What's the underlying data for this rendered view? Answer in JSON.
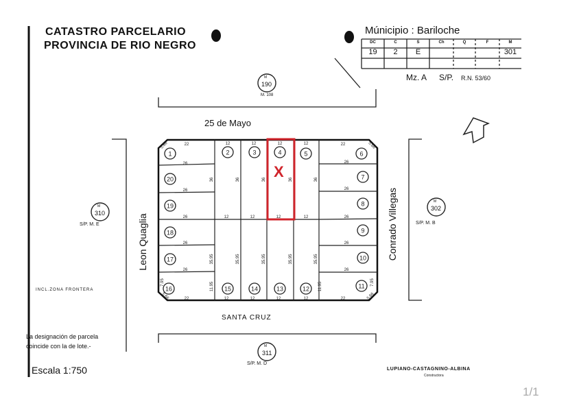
{
  "header": {
    "title_line1": "CATASTRO PARCELARIO",
    "title_line2": "PROVINCIA DE RIO NEGRO"
  },
  "municipio": {
    "label": "Múnicipio : Bariloche",
    "table_headers": [
      "DC",
      "C",
      "S",
      "Ch",
      "Q",
      "F",
      "M"
    ],
    "table_values": [
      "19",
      "2",
      "E",
      "",
      "",
      "",
      "301"
    ],
    "manzana": "Mz. A",
    "sp": "S/P.",
    "rn": "R.N. 53/60"
  },
  "streets": {
    "top": "25 de Mayo",
    "bottom": "SANTA CRUZ",
    "left": "Leon Quaglia",
    "right": "Conrado Villegas"
  },
  "neighbor_blocks": [
    {
      "m": "M",
      "num": "190",
      "sub": "M. 108"
    },
    {
      "m": "M",
      "num": "310",
      "sub": "S/P. M. E"
    },
    {
      "m": "M",
      "num": "302",
      "sub": "S/P. M. B"
    },
    {
      "m": "M",
      "num": "311",
      "sub": "S/P. M. D"
    }
  ],
  "parcels": [
    "1",
    "2",
    "3",
    "4",
    "5",
    "6",
    "7",
    "8",
    "9",
    "10",
    "11",
    "12",
    "13",
    "14",
    "15",
    "16",
    "17",
    "18",
    "19",
    "20"
  ],
  "selected_parcel": "4",
  "selected_marker": "X",
  "dimensions": {
    "front": "12",
    "depth": "26",
    "corner": "22",
    "long": "36",
    "long2": "35.95",
    "chamfer": "5.66",
    "side": "7.95",
    "side2": "11.95"
  },
  "notes": {
    "zone": "INCL.ZONA FRONTERA",
    "designation_line1": "La designación de parcela",
    "designation_line2": "coincide con la de lote.-",
    "scale": "Escala 1:750",
    "authors": "LUPIANO-CASTAGNINO-ALBINA",
    "authors_sub": "Constructora"
  },
  "viewer": {
    "page_indicator": "1/1"
  },
  "colors": {
    "highlight": "#d0242b",
    "ink": "#111111"
  }
}
